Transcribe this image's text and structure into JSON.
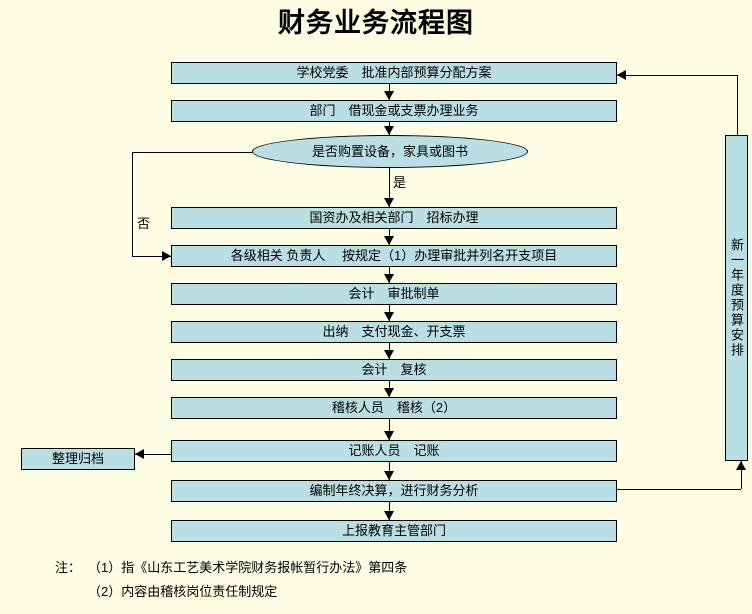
{
  "title": "财务业务流程图",
  "colors": {
    "background": "#FCFDE2",
    "box_fill": "#B9DEE3",
    "line": "#000000",
    "text": "#000000"
  },
  "flow": {
    "boxes": [
      {
        "label": "学校党委　批准内部预算分配方案"
      },
      {
        "label": "部门　借现金或支票办理业务"
      },
      {
        "label": "国资办及相关部门　招标办理"
      },
      {
        "label": "各级相关 负责人　 按规定（1）办理审批并列名开支项目"
      },
      {
        "label": "会计　审批制单"
      },
      {
        "label": "出纳　支付现金、开支票"
      },
      {
        "label": "会计　复核"
      },
      {
        "label": "稽核人员　稽核（2）"
      },
      {
        "label": "记账人员　记账"
      },
      {
        "label": "编制年终决算，进行财务分析"
      },
      {
        "label": "上报教育主管部门"
      }
    ],
    "decision": {
      "label": "是否购置设备，家具或图书",
      "yes_label": "是",
      "no_label": "否"
    },
    "archive_box": {
      "label": "整理归档"
    },
    "budget_box": {
      "label": "新一年度预算安排"
    }
  },
  "notes": {
    "prefix": "注：",
    "items": [
      "（1）指《山东工艺美术学院财务报帐暂行办法》第四条",
      "（2）内容由稽核岗位责任制规定"
    ]
  }
}
